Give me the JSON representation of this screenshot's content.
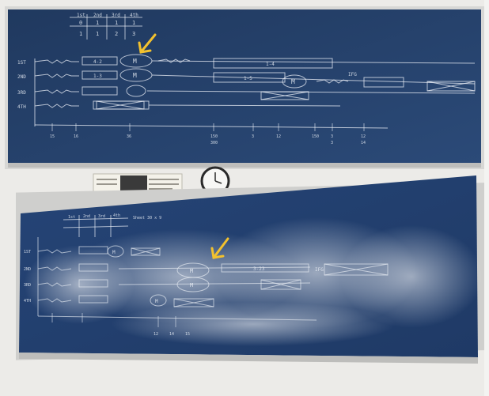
{
  "board_top": {
    "header_cols": [
      "1st",
      "2nd",
      "3rd",
      "4th"
    ],
    "header_row1": [
      "0",
      "1",
      "1",
      "1"
    ],
    "header_row2": [
      "1",
      "1",
      "2",
      "3"
    ],
    "row_labels": [
      "1ST",
      "2ND",
      "3RD",
      "4TH"
    ],
    "box_labels": [
      "4-2",
      "1-3",
      "1-4",
      "1-5",
      "IFG"
    ],
    "motor_label": "M",
    "bottom_marks": [
      "15",
      "16",
      "36",
      "150",
      "300",
      "3",
      "12",
      "150",
      "3",
      "3",
      "12",
      "14"
    ]
  },
  "board_bottom": {
    "header_cols": [
      "1st",
      "2nd",
      "3rd",
      "4th"
    ],
    "note": "Sheet 30 x 9",
    "row_labels": [
      "1ST",
      "2ND",
      "3RD",
      "4TH"
    ],
    "motor_label": "M",
    "box_labels": [
      "3-23",
      "IFG"
    ],
    "bottom_marks": [
      "12",
      "14",
      "15"
    ]
  },
  "colors": {
    "board_blue": "#243f6b",
    "chalk": "#e9eef5",
    "frame": "#c8c8c8",
    "arrow": "#f2c12e"
  },
  "wall_items": [
    "poster",
    "clock-icon"
  ]
}
